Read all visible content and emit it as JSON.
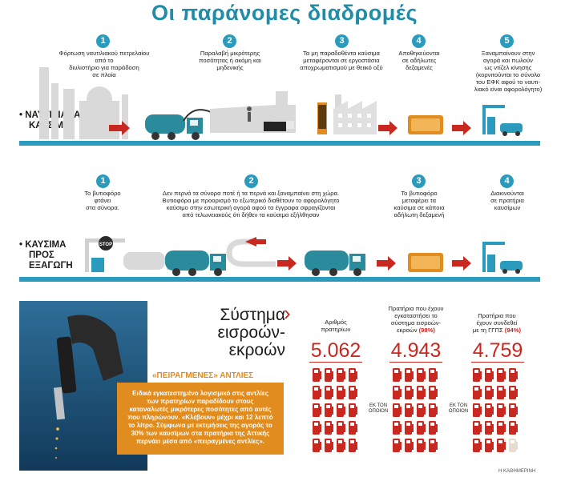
{
  "title": "Οι παράνομες διαδρομές",
  "section1": {
    "label_line1": "• ΝΑΥΤΙΛΙΑΚΑ",
    "label_line2": "ΚΑΥΣΙΜΑ",
    "steps": [
      {
        "num": "1",
        "lines": [
          "Φόρτωση ναυτιλιακού πετρελαίου από το",
          "διυλιστήριο για παράδοση",
          "σε πλοία"
        ]
      },
      {
        "num": "2",
        "lines": [
          "Παραλαβή μικρότερης",
          "ποσότητας ή ακόμη και",
          "μηδενικής"
        ]
      },
      {
        "num": "3",
        "lines": [
          "Τα μη παραδοθέντα καύσιμα",
          "μεταφέρονται σε εργοστάσια",
          "αποχρωματισμού με θειικό οξύ"
        ]
      },
      {
        "num": "4",
        "lines": [
          "Αποθηκεύονται",
          "σε αδήλωτες",
          "δεξαμενές"
        ]
      },
      {
        "num": "5",
        "lines": [
          "Ξαναμπαίνουν στην",
          "αγορά και πωλούν",
          "ως ντίζελ κίνησης",
          "(κορνιτούνται το σύνολο",
          "του ΕΦΚ αφού το ναυτι-",
          "λιακό είναι αφορολόγητο)"
        ]
      }
    ]
  },
  "section2": {
    "label_line1": "• ΚΑΥΣΙΜΑ",
    "label_line2": "ΠΡΟΣ",
    "label_line3": "ΕΞΑΓΩΓΗ",
    "stop_sign": "STOP",
    "steps": [
      {
        "num": "1",
        "lines": [
          "Το βυτιοφόρο",
          "φτάνει",
          "στα σύνορα."
        ]
      },
      {
        "num": "2",
        "lines": [
          "Δεν περνά τα σύνορα ποτέ ή τα περνά και ξαναμπαίνει στη χώρα.",
          "Βυτιοφόρα με προορισμό το εξωτερικό διαθέτουν το αφορολόγητο",
          "καύσιμο στην εσωτερική αγορά αφού τα έγγραφα σφραγίζονται",
          "από τελωνειακούς ότι δήθεν τα καύσιμα εξήλθησαν"
        ]
      },
      {
        "num": "3",
        "lines": [
          "Το βυτιοφόρο",
          "μεταφέρει τα",
          "καύσιμα σε κάποια",
          "αδήλωτη δεξαμενή"
        ]
      },
      {
        "num": "4",
        "lines": [
          "Διακινούνται",
          "σε πρατήρια",
          "καυσίμων"
        ]
      }
    ]
  },
  "system": {
    "heading_line1": "Σύστημα",
    "heading_line2": "εισροών-",
    "heading_line3": "εκροών",
    "chevron": "›",
    "pump_tag": "«ΠΕΙΡΑΓΜΕΝΕΣ» ΑΝΤΛΙΕΣ",
    "callout_lines": [
      "Ειδικά εγκατεστημένο λογισμικό στις αντλίες",
      "των πρατηρίων παραδίδουν στους",
      "καταναλωτές μικρότερες ποσότητες από αυτές",
      "που πληρώνουν. «Κλέβουν» μέχρι και 12 λεπτό",
      "το λίτρο. Σύμφωνα με εκτιμήσεις της αγοράς το",
      "30% των καυσίμων στα πρατήρια της Αττικής",
      "περνάει μέσα από «πειραγμένες αντλίες»."
    ],
    "columns": [
      {
        "lines": [
          "Αριθμός",
          "πρατηρίων"
        ],
        "pct": "",
        "value": "5.062",
        "filled": 1.0
      },
      {
        "lines": [
          "Πρατήρια που έχουν",
          "εγκαταστήσει το",
          "σύστημα εισροών-",
          "εκροών"
        ],
        "pct": "(98%)",
        "value": "4.943",
        "filled": 0.98
      },
      {
        "lines": [
          "Πρατήρια που",
          "έχουν συνδεθεί",
          "με τη ΓΓΠΣ"
        ],
        "pct": "(94%)",
        "value": "4.759",
        "filled": 0.94
      }
    ],
    "ek_label_line1": "ΕΚ ΤΟΝ",
    "ek_label_line2": "ΟΠΟΙΟΝ"
  },
  "credit": "Η ΚΑΘΗΜΕΡΙΝΗ",
  "colors": {
    "accent": "#2a9abd",
    "red": "#c8281f",
    "orange": "#e08c1f",
    "grey": "#d7d7d7"
  }
}
